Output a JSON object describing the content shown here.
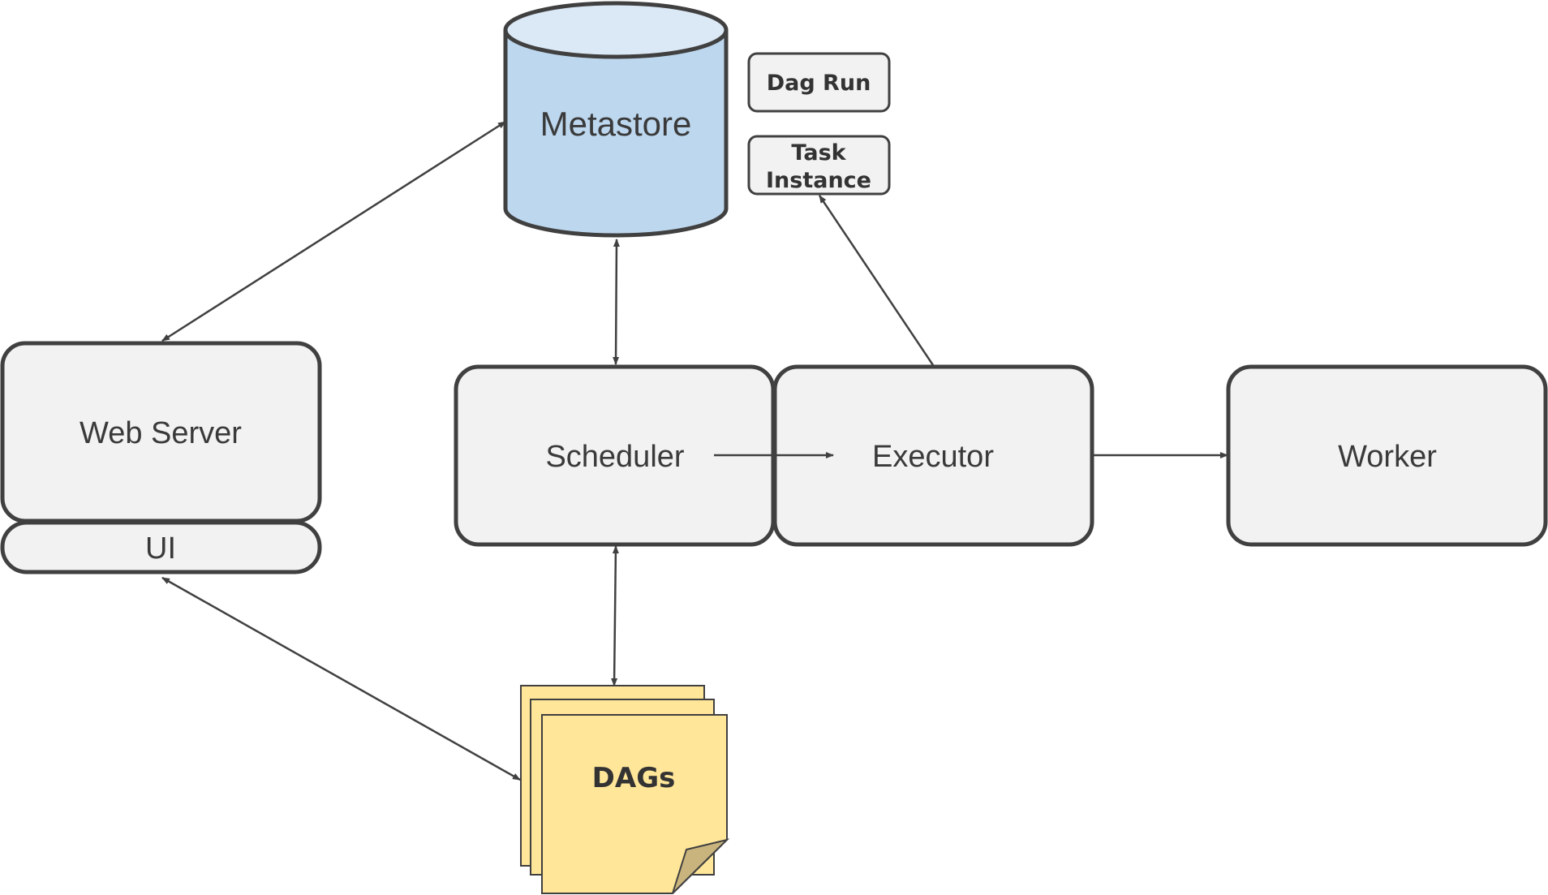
{
  "nodes": {
    "metastore": {
      "label": "Metastore"
    },
    "dag_run": {
      "label": "Dag Run"
    },
    "task_instance": {
      "label_line1": "Task",
      "label_line2": "Instance"
    },
    "web_server": {
      "label": "Web Server"
    },
    "ui": {
      "label": "UI"
    },
    "scheduler": {
      "label": "Scheduler"
    },
    "executor": {
      "label": "Executor"
    },
    "worker": {
      "label": "Worker"
    },
    "dags": {
      "label": "DAGs"
    }
  },
  "colors": {
    "box_fill": "#f2f2f2",
    "stroke": "#404040",
    "metastore_body": "#bdd7ee",
    "metastore_top": "#dbe8f5",
    "dags_fill": "#ffe699",
    "dags_fold": "#c9b47e"
  }
}
